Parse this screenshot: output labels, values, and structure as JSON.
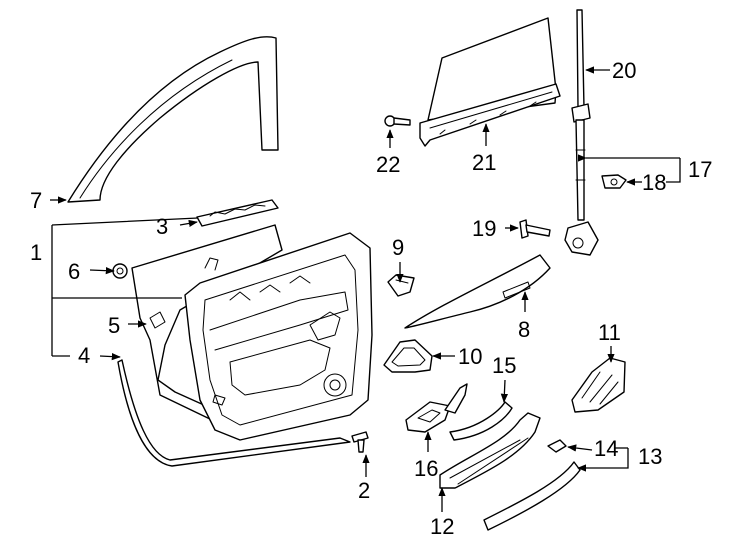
{
  "diagram": {
    "line_color": "#000000",
    "background": "#ffffff",
    "callouts": [
      "1",
      "2",
      "3",
      "4",
      "5",
      "6",
      "7",
      "8",
      "9",
      "10",
      "11",
      "12",
      "13",
      "14",
      "15",
      "16",
      "17",
      "18",
      "19",
      "20",
      "21",
      "22"
    ]
  }
}
